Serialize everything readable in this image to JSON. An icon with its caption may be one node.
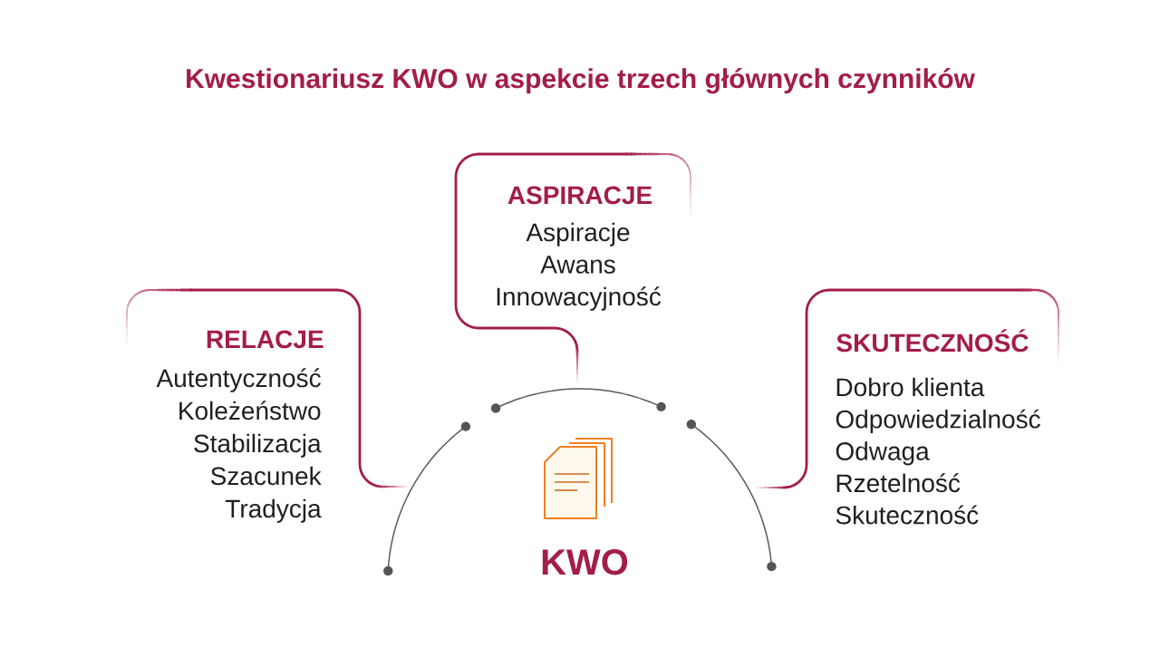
{
  "diagram": {
    "title": "Kwestionariusz KWO w aspekcie trzech głównych czynników",
    "nodes": [
      {
        "text": [
          "ASPIRACJE",
          "Aspiracje",
          "Awans",
          "Innowacyjność"
        ]
      },
      {
        "text": [
          "RELACJE",
          "Autentyczność",
          "Koleżeństwo",
          "Stabilizacja",
          "Szacunek",
          "Tradycja"
        ]
      },
      {
        "text": [
          "SKUTECZNOŚĆ",
          "Dobro klienta",
          "Odpowiedzialność",
          "Odwaga",
          "Rzetelność",
          "Skuteczność"
        ]
      },
      {
        "text": [
          "KWO"
        ]
      }
    ]
  }
}
